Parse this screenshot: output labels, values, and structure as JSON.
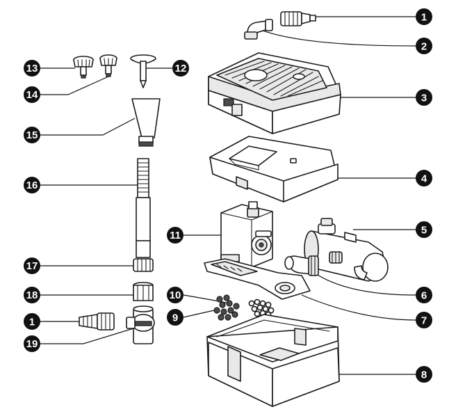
{
  "callouts": [
    {
      "id": "c1a",
      "label": "1"
    },
    {
      "id": "c2",
      "label": "2"
    },
    {
      "id": "c3",
      "label": "3"
    },
    {
      "id": "c4",
      "label": "4"
    },
    {
      "id": "c5",
      "label": "5"
    },
    {
      "id": "c6",
      "label": "6"
    },
    {
      "id": "c7",
      "label": "7"
    },
    {
      "id": "c8",
      "label": "8"
    },
    {
      "id": "c9",
      "label": "9"
    },
    {
      "id": "c10",
      "label": "10"
    },
    {
      "id": "c11",
      "label": "11"
    },
    {
      "id": "c12",
      "label": "12"
    },
    {
      "id": "c13",
      "label": "13"
    },
    {
      "id": "c14",
      "label": "14"
    },
    {
      "id": "c15",
      "label": "15"
    },
    {
      "id": "c16",
      "label": "16"
    },
    {
      "id": "c17",
      "label": "17"
    },
    {
      "id": "c18",
      "label": "18"
    },
    {
      "id": "c1b",
      "label": "1"
    },
    {
      "id": "c19",
      "label": "19"
    }
  ]
}
